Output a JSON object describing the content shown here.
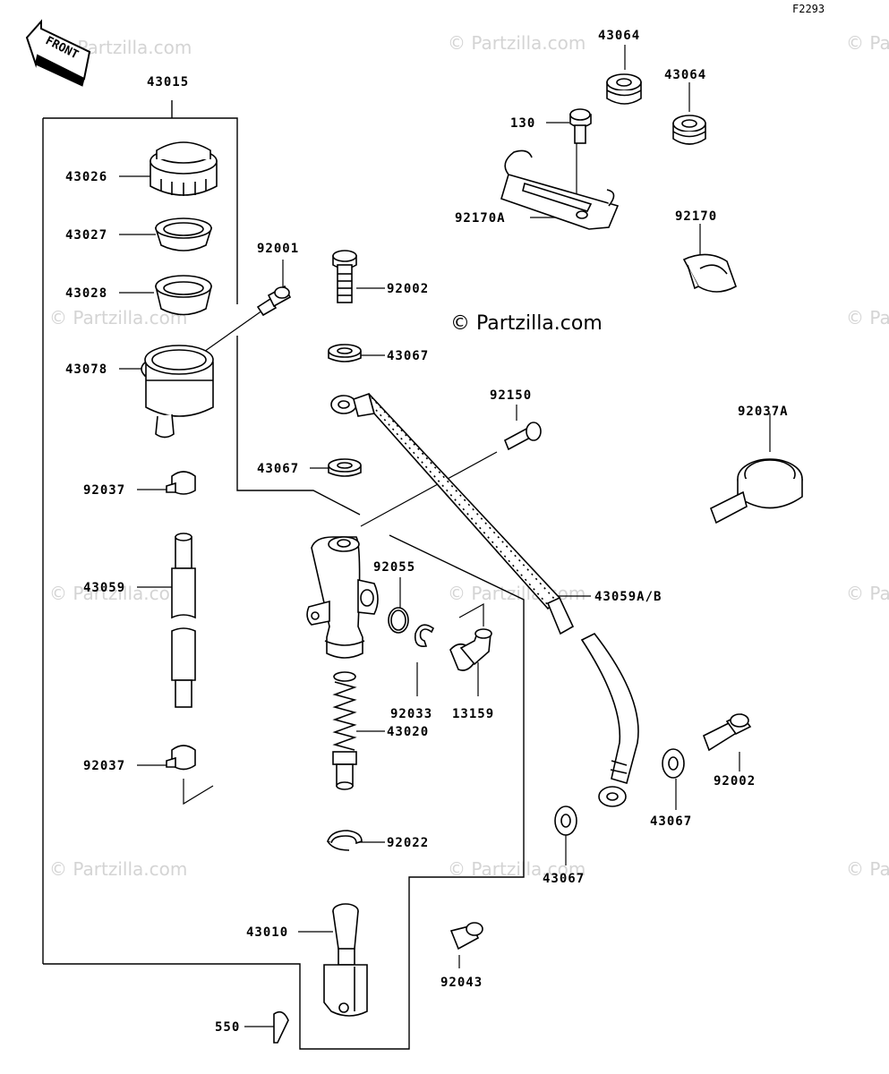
{
  "diagram_code": "F2293",
  "copyright": "© Partzilla.com",
  "watermark_text": "© Partzilla.com",
  "front_label": "FRONT",
  "part_numbers": {
    "p43015": "43015",
    "p43026": "43026",
    "p43027": "43027",
    "p43028": "43028",
    "p43078": "43078",
    "p92037_upper": "92037",
    "p43059": "43059",
    "p92037_lower": "92037",
    "p92001": "92001",
    "p92002_top": "92002",
    "p43067_top": "43067",
    "p43067_mid": "43067",
    "p92055": "92055",
    "p92033": "92033",
    "p13159": "13159",
    "p43020": "43020",
    "p92022": "92022",
    "p43010": "43010",
    "p550": "550",
    "p92043": "92043",
    "p43064_a": "43064",
    "p43064_b": "43064",
    "p130": "130",
    "p92170A": "92170A",
    "p92170": "92170",
    "p92150": "92150",
    "p92037A": "92037A",
    "p43059AB": "43059A/B",
    "p92002_right": "92002",
    "p43067_right": "43067",
    "p43067_bottom": "43067"
  }
}
